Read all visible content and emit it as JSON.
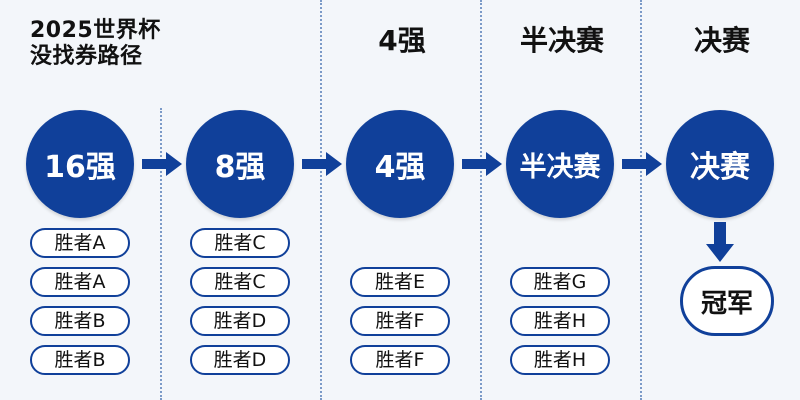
{
  "title": {
    "line1": "2025世界杯",
    "line2": "没找券路径"
  },
  "headers": [
    "4强",
    "半决赛",
    "决赛"
  ],
  "stages": [
    {
      "label": "16强",
      "slots": [
        "胜者A",
        "胜者A",
        "胜者B",
        "胜者B"
      ]
    },
    {
      "label": "8强",
      "slots": [
        "胜者C",
        "胜者C",
        "胜者D",
        "胜者D"
      ]
    },
    {
      "label": "4强",
      "slots": [
        "胜者E",
        "胜者F",
        "胜者F"
      ]
    },
    {
      "label": "半决赛",
      "slots": [
        "胜者G",
        "胜者H",
        "胜者H"
      ]
    },
    {
      "label": "决赛",
      "slots": []
    }
  ],
  "champion": "冠军",
  "colors": {
    "primary": "#10409a",
    "divider": "#7b9ac8",
    "background": "#f3f6fa"
  },
  "icons": {
    "arrow_right": "arrow-right-icon",
    "arrow_down": "arrow-down-icon"
  }
}
